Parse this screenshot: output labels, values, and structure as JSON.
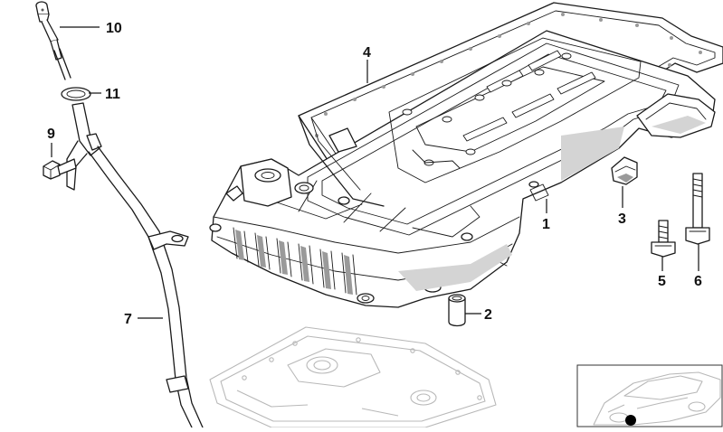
{
  "diagram": {
    "callouts": [
      {
        "id": "c10",
        "text": "10"
      },
      {
        "id": "c11",
        "text": "11"
      },
      {
        "id": "c9",
        "text": "9"
      },
      {
        "id": "c4",
        "text": "4"
      },
      {
        "id": "c1",
        "text": "1"
      },
      {
        "id": "c3",
        "text": "3"
      },
      {
        "id": "c2",
        "text": "2"
      },
      {
        "id": "c7",
        "text": "7"
      },
      {
        "id": "c5",
        "text": "5"
      },
      {
        "id": "c6",
        "text": "6"
      }
    ]
  }
}
